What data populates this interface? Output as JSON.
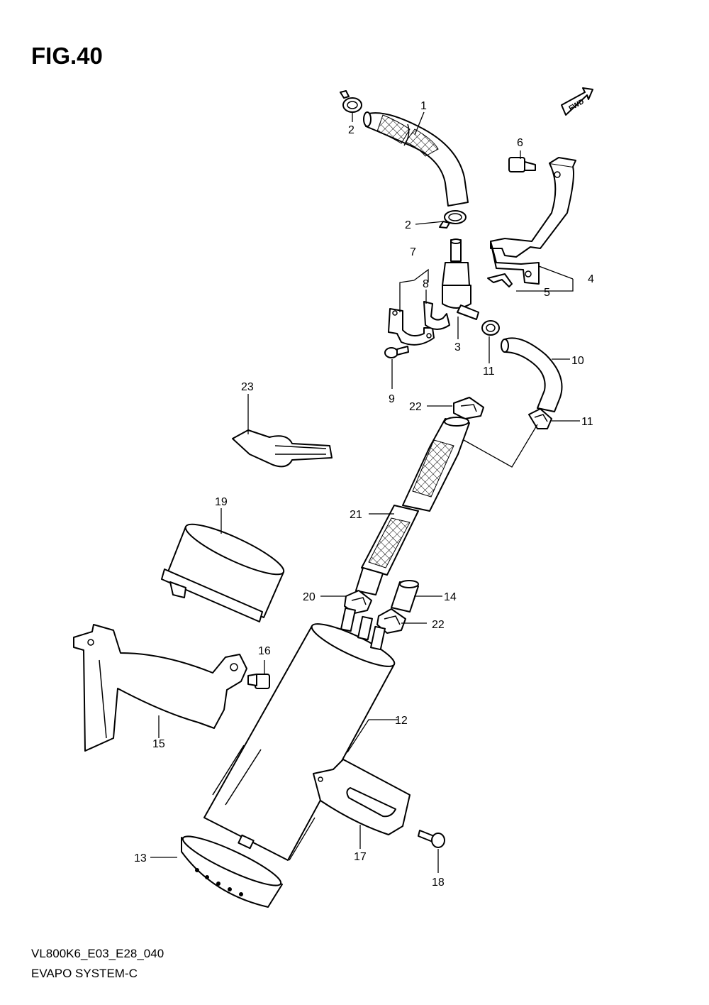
{
  "figure": {
    "title": "FIG.40",
    "model_code": "VL800K6_E03_E28_040",
    "section_name": "EVAPO SYSTEM-C",
    "fwd_label": "FWD"
  },
  "callouts": {
    "c1": "1",
    "c2a": "2",
    "c2b": "2",
    "c3": "3",
    "c4": "4",
    "c5": "5",
    "c6": "6",
    "c7": "7",
    "c8": "8",
    "c9": "9",
    "c10": "10",
    "c11a": "11",
    "c11b": "11",
    "c12": "12",
    "c13": "13",
    "c14": "14",
    "c15": "15",
    "c16": "16",
    "c17": "17",
    "c18": "18",
    "c19": "19",
    "c20": "20",
    "c21": "21",
    "c22a": "22",
    "c22b": "22",
    "c23": "23"
  }
}
